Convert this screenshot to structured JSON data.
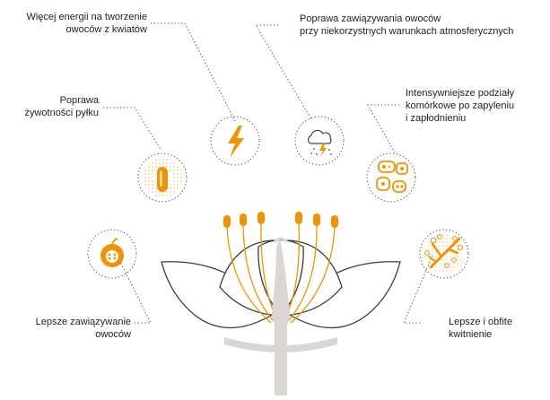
{
  "labels": {
    "energy": [
      "Więcej energii na tworzenie",
      "owoców z kwiatów"
    ],
    "weather": [
      "Poprawa zawiązywania owoców",
      "przy niekorzystnych warunkach atmosferycznych"
    ],
    "pollen": [
      "Poprawa",
      "żywotności pyłku"
    ],
    "division": [
      "Intensywniejsze podziały",
      "komórkowe po zapyleniu",
      "i zapłodnieniu"
    ],
    "fruit": [
      "Lepsze zawiązywanie",
      "owoców"
    ],
    "bloom": [
      "Lepsze i obfite",
      "kwitnienie"
    ]
  },
  "icons": {
    "energy": "lightning-bolt-icon",
    "weather": "storm-cloud-icon",
    "pollen": "pollen-grain-icon",
    "division": "cell-division-icon",
    "fruit": "fruit-cross-section-icon",
    "bloom": "flowering-branch-icon"
  },
  "colors": {
    "accent": "#f39200",
    "petal_outline": "#3a3a3a",
    "pistil": "#d9d6d3",
    "dots": "#444444"
  }
}
